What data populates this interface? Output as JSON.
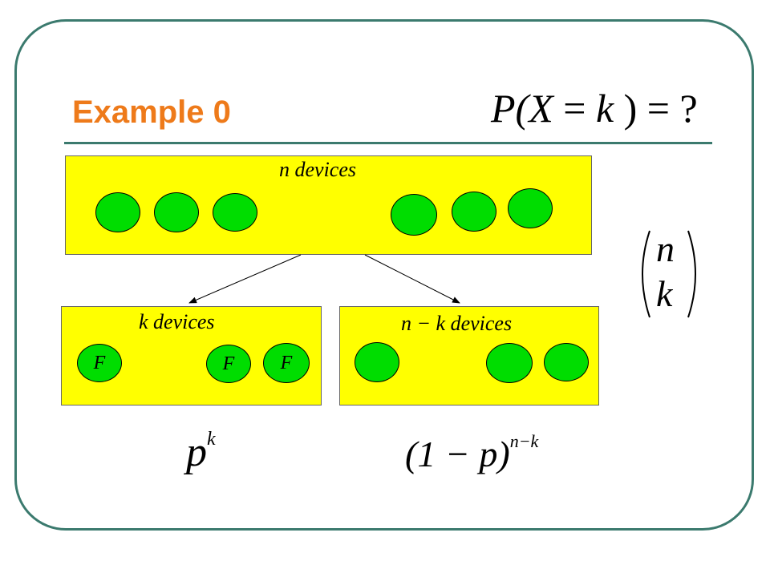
{
  "slide": {
    "title": "Example 0",
    "formula_top": {
      "left": "P(X",
      "eq": "=",
      "var": "k",
      "rest": ") = ?"
    },
    "top_box": {
      "label": "n devices",
      "placeholder": ""
    },
    "left_box": {
      "label": "k devices",
      "placeholder": "",
      "circle_label": "F"
    },
    "right_box": {
      "label": "n − k devices",
      "placeholder": ""
    },
    "binomial": {
      "top": "n",
      "bottom": "k"
    },
    "prob_left": {
      "base": "p",
      "exp": "k"
    },
    "prob_right": {
      "base": "(1 − p)",
      "exp": "n−k"
    }
  },
  "colors": {
    "title": "#ee7a1a",
    "frame": "#3b7a6e",
    "box": "#ffff00",
    "circle": "#00dd00"
  },
  "icons": {
    "arrow": "arrow-down-icon"
  }
}
